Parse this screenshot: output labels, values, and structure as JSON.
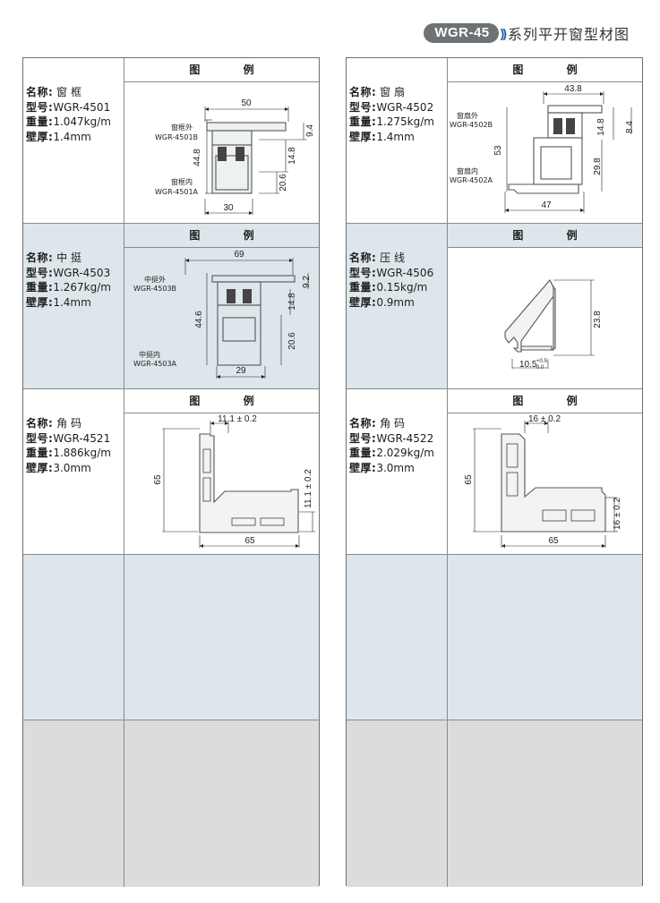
{
  "header": {
    "badge": "WGR-45",
    "chevron": "))",
    "title": "系列平开窗型材图"
  },
  "figure_title": "图 例",
  "left": [
    {
      "name_label": "名称:",
      "name": "窗 框",
      "model_label": "型号:",
      "model": "WGR-4501",
      "weight_label": "重量:",
      "weight": "1.047kg/m",
      "thick_label": "壁厚:",
      "thick": "1.4mm",
      "dims": {
        "top": "50",
        "right_a": "9.4",
        "right_b": "14.8",
        "right_c": "20.6",
        "left": "44.8",
        "bottom": "30"
      },
      "parts": {
        "outer_name": "窗框外",
        "outer_code": "WGR-4501B",
        "inner_name": "窗框内",
        "inner_code": "WGR-4501A"
      }
    },
    {
      "name_label": "名称:",
      "name": "中 挺",
      "model_label": "型号:",
      "model": "WGR-4503",
      "weight_label": "重量:",
      "weight": "1.267kg/m",
      "thick_label": "壁厚:",
      "thick": "1.4mm",
      "dims": {
        "top": "69",
        "right_a": "9.2",
        "right_b": "14.8",
        "right_c": "20.6",
        "left": "44.6",
        "bottom": "29"
      },
      "parts": {
        "outer_name": "中挺外",
        "outer_code": "WGR-4503B",
        "inner_name": "中挺内",
        "inner_code": "WGR-4503A"
      }
    },
    {
      "name_label": "名称:",
      "name": "角 码",
      "model_label": "型号:",
      "model": "WGR-4521",
      "weight_label": "重量:",
      "weight": "1.886kg/m",
      "thick_label": "壁厚:",
      "thick": "3.0mm",
      "dims": {
        "top": "11.1 ± 0.2",
        "left": "65",
        "right": "11.1 ± 0.2",
        "bottom": "65"
      }
    }
  ],
  "right": [
    {
      "name_label": "名称:",
      "name": "窗 扇",
      "model_label": "型号:",
      "model": "WGR-4502",
      "weight_label": "重量:",
      "weight": "1.275kg/m",
      "thick_label": "壁厚:",
      "thick": "1.4mm",
      "dims": {
        "top": "43.8",
        "right_a": "14.8",
        "right_b": "8.4",
        "right_c": "29.8",
        "left": "53",
        "bottom": "47"
      },
      "parts": {
        "outer_name": "窗扇外",
        "outer_code": "WGR-4502B",
        "inner_name": "窗扇内",
        "inner_code": "WGR-4502A"
      }
    },
    {
      "name_label": "名称:",
      "name": "压 线",
      "model_label": "型号:",
      "model": "WGR-4506",
      "weight_label": "重量:",
      "weight": "0.15kg/m",
      "thick_label": "壁厚:",
      "thick": "0.9mm",
      "dims": {
        "right": "23.8",
        "bottom": "10.5",
        "tol_up": "+0.5",
        "tol_down": "0.0"
      }
    },
    {
      "name_label": "名称:",
      "name": "角 码",
      "model_label": "型号:",
      "model": "WGR-4522",
      "weight_label": "重量:",
      "weight": "2.029kg/m",
      "thick_label": "壁厚:",
      "thick": "3.0mm",
      "dims": {
        "top": "16 ± 0.2",
        "left": "65",
        "right": "16 ± 0.2",
        "bottom": "65"
      }
    }
  ]
}
